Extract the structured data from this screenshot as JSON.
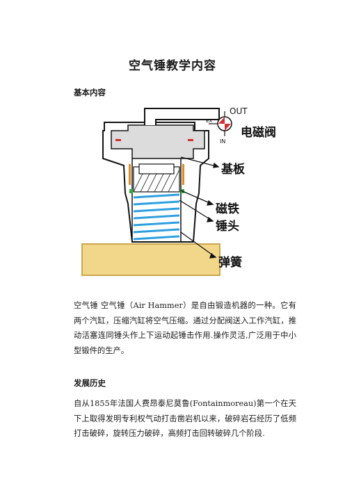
{
  "document": {
    "title": "空气锤教学内容",
    "sections": [
      {
        "heading": "基本内容",
        "paragraph": "空气锤 空气锤（Air Hammer）是自由锻造机器的一种。它有两个汽缸，压缩汽缸将空气压缩。通过分配阀送入工作汽缸，推动活塞连同锤头作上下运动起锤击作用.操作灵活,广泛用于中小型锻件的生产。"
      },
      {
        "heading": "发展历史",
        "paragraph": "自从1855年法国人费昂泰尼莫鲁(Fontainmoreau)第一个在天下上取得发明专利权气动打击凿岩机以来，破碎岩石经历了低频打击破碎，旋转压力破碎，高频打击回转破碎几个阶段."
      }
    ]
  },
  "diagram": {
    "port_labels": {
      "out": "OUT",
      "ex": "EX",
      "in": "IN"
    },
    "callouts": [
      "电磁阀",
      "基板",
      "磁铁",
      "锤头",
      "弹簧"
    ],
    "colors": {
      "spring": "#2c9fe0",
      "base": "#f2d68a",
      "base_edge": "#c9a84a",
      "body_fill": "#dcdcdc",
      "magnet": "#2faa3c",
      "marker": "#d03030",
      "line": "#111111"
    }
  }
}
